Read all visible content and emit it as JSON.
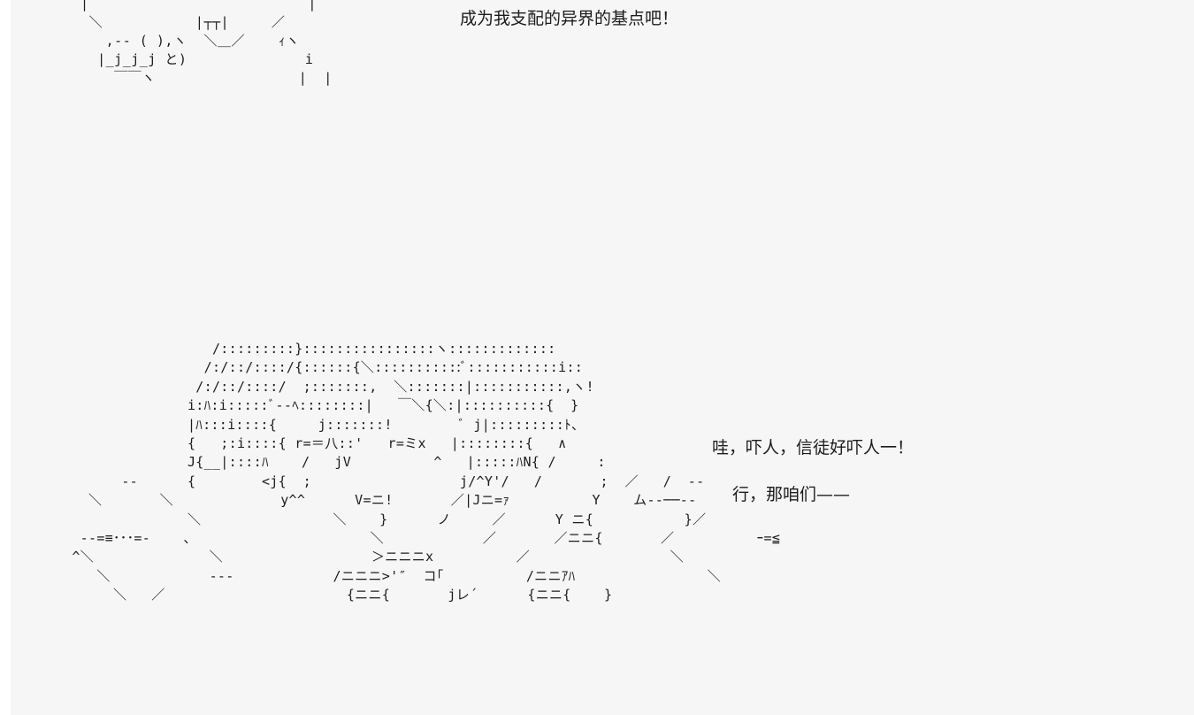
{
  "art": {
    "top_block": "  |                          |\n   ＼           |┬┬|     ／\n     ,-- ( ),ヽ  ＼＿／    ｨヽ\n    |_j_j_j と)              i\n      ￣￣ヽ                 |  |",
    "bottom_block": "                  /:::::::::}::::::::::::::::ヽ:::::::::::::\n                 /:/::/::::/{::::::{＼:::::::::::ﾞ:::::::::::i::\n                /:/::/::::/  ;:::::::,  ＼:::::::|:::::::::::,ヽ!\n               i:ﾊ:i:::::ﾞ--ﾍ::::::::|   ￣＼{＼:|::::::::::{  }\n               |ﾊ:::i::::{     j:::::::!        ﾞ j|:::::::::ﾄ、\n               {   ;:i::::{ r=＝八::'   r=ミx   |::::::::{   ∧\n               J{__|::::ﾊ    /   jV          ^   |:::::ﾊN{ /     :\n       --      {        <j{  ;                  j/^Y'/   /       ;  ／   /  --\n   ＼       ＼             y^^      V=ニ!       ／|Jニ=ｧ          Y    ム--──--\n               ＼                ＼    }      ノ     ／      Y ニ{           }／\n  --=≡･･･=-    、                     ＼            ／       ／ニニ{       ／          ｰ=≦\n ^＼              ＼                  ＞ニニニx          ／                 ＼\n    ＼            ---            /ニニニ>'″  コ｢          /ニニｱﾊ                ＼\n      ＼   ／                      {ニニ{       jレ´      {ニニ{    }"
  },
  "dialogue": {
    "top": "成为我支配的异界的基点吧！",
    "wow": "哇，吓人，信徒好吓人一！",
    "go": "行，那咱们——"
  },
  "colors": {
    "panel_bg": "#f6f6f6",
    "text": "#1c1c1c"
  }
}
